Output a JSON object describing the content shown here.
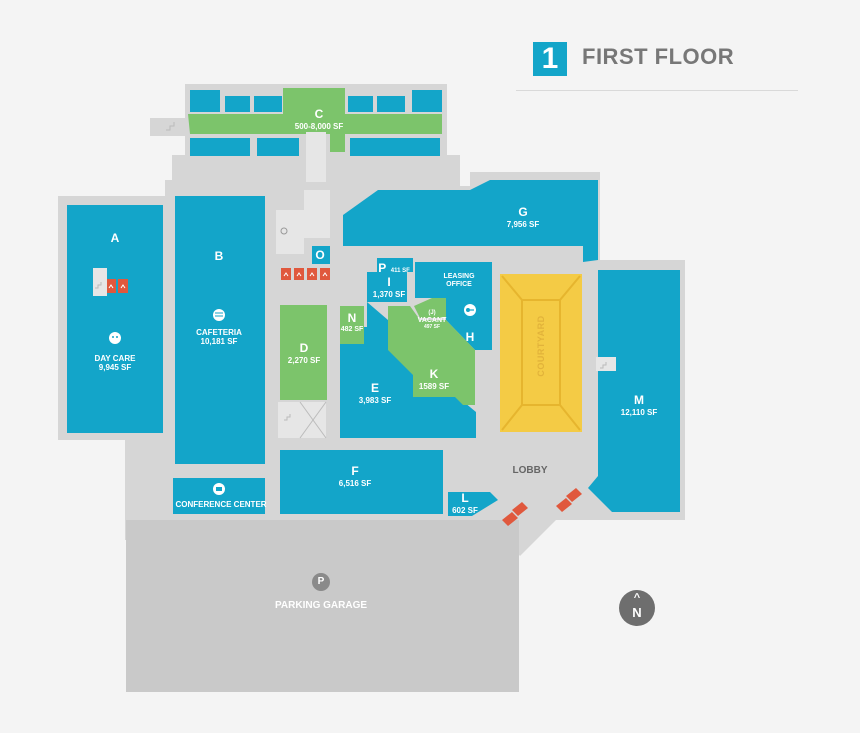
{
  "header": {
    "floor_number": "1",
    "floor_title": "FIRST FLOOR"
  },
  "colors": {
    "tenant": "#13a5c9",
    "leasing": "#7cc46b",
    "courtyard": "#f4cb45",
    "elevator": "#e0583d",
    "circulation": "#d6d6d6",
    "garage": "#c9c9c9",
    "background": "#f4f4f4"
  },
  "units": {
    "a": {
      "letter": "A"
    },
    "b": {
      "letter": "B",
      "name": "CAFETERIA",
      "sf": "10,181 SF"
    },
    "c": {
      "letter": "C",
      "sf": "500-8,000 SF"
    },
    "daycare": {
      "name": "DAY CARE",
      "sf": "9,945 SF"
    },
    "d": {
      "letter": "D",
      "sf": "2,270 SF"
    },
    "e": {
      "letter": "E",
      "sf": "3,983 SF"
    },
    "f": {
      "letter": "F",
      "sf": "6,516 SF"
    },
    "g": {
      "letter": "G",
      "sf": "7,956 SF"
    },
    "h": {
      "letter": "H"
    },
    "i": {
      "letter": "I",
      "sf": "1,370 SF"
    },
    "j": {
      "letter": "(J)",
      "name": "VACANT",
      "sf": "497 SF"
    },
    "k": {
      "letter": "K",
      "sf": "1589 SF"
    },
    "l": {
      "letter": "L",
      "sf": "602 SF"
    },
    "m": {
      "letter": "M",
      "sf": "12,110 SF"
    },
    "n": {
      "letter": "N",
      "sf": "482 SF"
    },
    "o": {
      "letter": "O"
    },
    "p": {
      "letter": "P",
      "sf": "411 SF"
    }
  },
  "places": {
    "leasing_office": "LEASING OFFICE",
    "conference_center": "CONFERENCE CENTER",
    "courtyard": "COURTYARD",
    "lobby": "LOBBY",
    "parking_garage": "PARKING GARAGE",
    "parking_symbol": "P"
  },
  "compass": {
    "label": "N"
  },
  "icons": [
    "stairs-icon",
    "elevator-icon",
    "restroom-icon",
    "cafeteria-icon",
    "daycare-icon",
    "key-icon",
    "conference-icon",
    "parking-icon",
    "north-arrow-icon"
  ]
}
